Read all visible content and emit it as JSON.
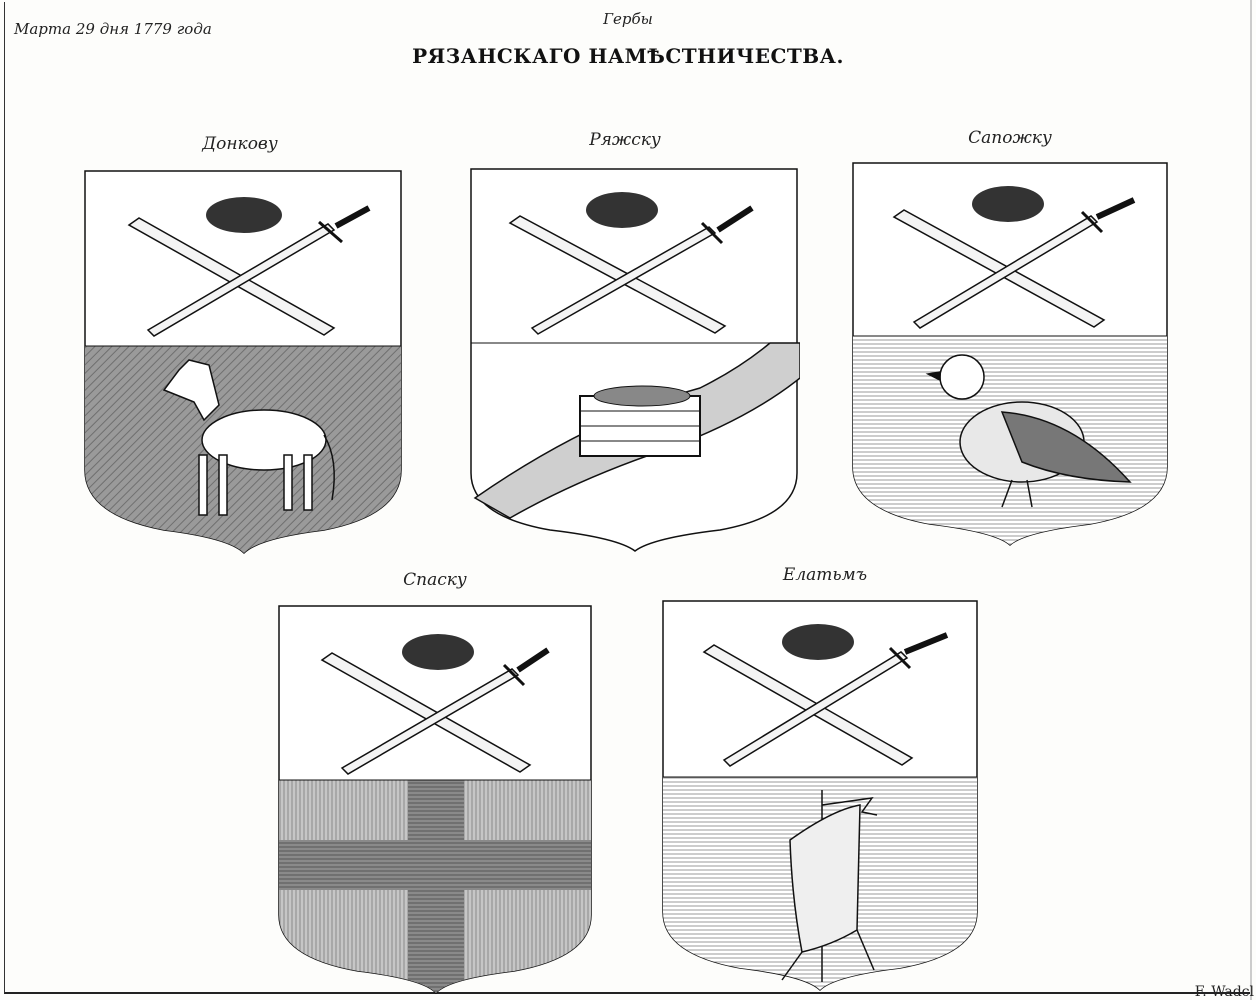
{
  "header": {
    "date_note": "Марта 29 дня 1779 года",
    "small_title": "Гербы",
    "main_title": "РЯЗАНСКАГО НАМѢСТНИЧЕСТВА."
  },
  "shields": [
    {
      "caption": "Донкову",
      "icon": "horse-icon"
    },
    {
      "caption": "Ряжску",
      "icon": "river-crate-icon"
    },
    {
      "caption": "Сапожку",
      "icon": "dove-icon"
    },
    {
      "caption": "Спаску",
      "icon": "cross-icon"
    },
    {
      "caption": "Елатьмъ",
      "icon": "ship-sail-icon"
    }
  ],
  "footer": {
    "engraver": "F. Wadcl"
  },
  "colors": {
    "ink": "#1a1a1a",
    "paper": "#fdfdfb",
    "hatch_gray": "#8f8f8f"
  }
}
